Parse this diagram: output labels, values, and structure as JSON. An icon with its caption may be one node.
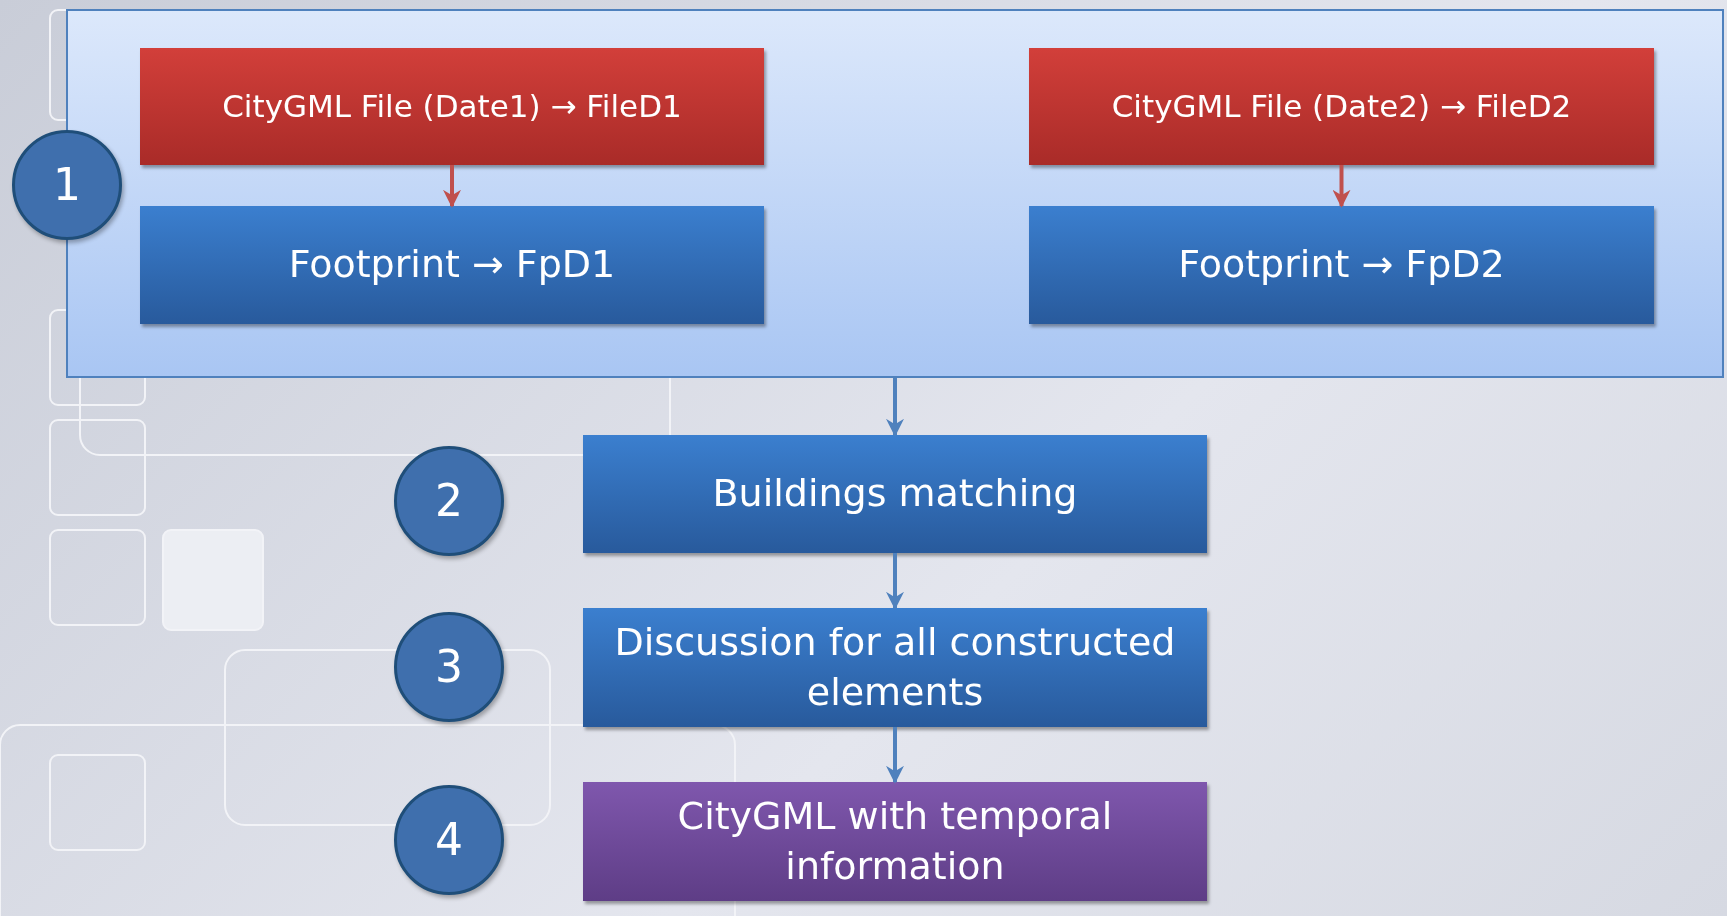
{
  "diagram": {
    "nodes": [
      {
        "text": [],
        "shape": "box"
      },
      {
        "text": [
          "1"
        ]
      },
      {
        "text": [
          "CityGML File (Date1) → FileD1"
        ],
        "in": 0
      },
      {
        "text": [
          "Footprint → FpD1"
        ],
        "in": 0
      },
      {
        "text": [
          "CityGML File (Date2) → FileD2"
        ],
        "in": 0
      },
      {
        "text": [
          "Footprint → FpD2"
        ],
        "in": 0
      },
      {
        "text": [
          "2"
        ]
      },
      {
        "text": [
          "Buildings matching"
        ]
      },
      {
        "text": [
          "3"
        ]
      },
      {
        "text": [
          "Discussion for all constructed elements"
        ]
      },
      {
        "text": [
          "4"
        ]
      },
      {
        "text": [
          "CityGML with temporal information"
        ]
      }
    ],
    "edges": [
      {
        "from": 2,
        "to": 3,
        "arrow": "to",
        "color": "#c0504d"
      },
      {
        "from": 4,
        "to": 5,
        "arrow": "to",
        "color": "#c0504d"
      },
      {
        "from": 0,
        "to": 7,
        "arrow": "to"
      },
      {
        "from": 7,
        "to": 9,
        "arrow": "to"
      },
      {
        "from": 9,
        "to": 11,
        "arrow": "to"
      }
    ]
  }
}
